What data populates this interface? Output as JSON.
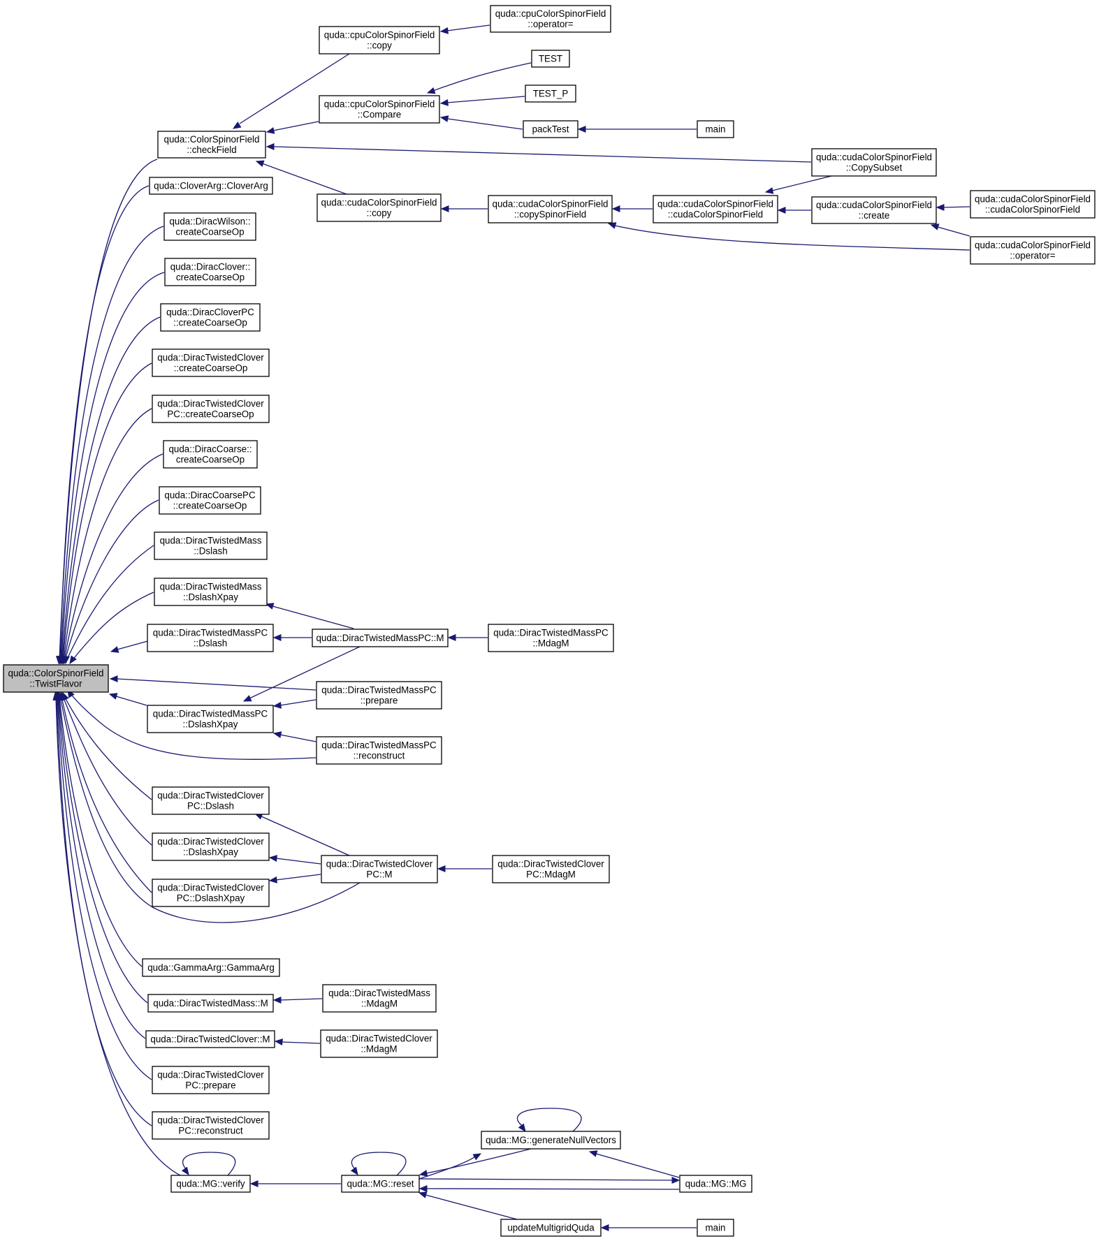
{
  "graph": {
    "title": "",
    "colors": {
      "edge": "#191970",
      "focus_fill": "#bfbfbf",
      "node_fill": "#ffffff",
      "node_border": "#000000"
    },
    "nodes": [
      {
        "id": "n0",
        "lines": [
          "quda::ColorSpinorField",
          "::TwistFlavor"
        ],
        "focus": true
      },
      {
        "id": "n1",
        "lines": [
          "quda::ColorSpinorField",
          "::checkField"
        ]
      },
      {
        "id": "n2",
        "lines": [
          "quda::cpuColorSpinorField",
          "::copy"
        ]
      },
      {
        "id": "n3",
        "lines": [
          "quda::cpuColorSpinorField",
          "::operator="
        ]
      },
      {
        "id": "n4",
        "lines": [
          "quda::cpuColorSpinorField",
          "::Compare"
        ]
      },
      {
        "id": "n5",
        "lines": [
          "TEST"
        ]
      },
      {
        "id": "n6",
        "lines": [
          "TEST_P"
        ]
      },
      {
        "id": "n7",
        "lines": [
          "packTest"
        ]
      },
      {
        "id": "n8",
        "lines": [
          "main"
        ]
      },
      {
        "id": "n9",
        "lines": [
          "quda::cudaColorSpinorField",
          "::CopySubset"
        ]
      },
      {
        "id": "n10",
        "lines": [
          "quda::cudaColorSpinorField",
          "::copy"
        ]
      },
      {
        "id": "n11",
        "lines": [
          "quda::cudaColorSpinorField",
          "::copySpinorField"
        ]
      },
      {
        "id": "n12",
        "lines": [
          "quda::cudaColorSpinorField",
          "::cudaColorSpinorField"
        ]
      },
      {
        "id": "n13",
        "lines": [
          "quda::cudaColorSpinorField",
          "::create"
        ]
      },
      {
        "id": "n14",
        "lines": [
          "quda::cudaColorSpinorField",
          "::cudaColorSpinorField"
        ]
      },
      {
        "id": "n15",
        "lines": [
          "quda::cudaColorSpinorField",
          "::operator="
        ]
      },
      {
        "id": "n16",
        "lines": [
          "quda::CloverArg::CloverArg"
        ]
      },
      {
        "id": "n17",
        "lines": [
          "quda::DiracWilson::",
          "createCoarseOp"
        ]
      },
      {
        "id": "n18",
        "lines": [
          "quda::DiracClover::",
          "createCoarseOp"
        ]
      },
      {
        "id": "n19",
        "lines": [
          "quda::DiracCloverPC",
          "::createCoarseOp"
        ]
      },
      {
        "id": "n20",
        "lines": [
          "quda::DiracTwistedClover",
          "::createCoarseOp"
        ]
      },
      {
        "id": "n21",
        "lines": [
          "quda::DiracTwistedClover",
          "PC::createCoarseOp"
        ]
      },
      {
        "id": "n22",
        "lines": [
          "quda::DiracCoarse::",
          "createCoarseOp"
        ]
      },
      {
        "id": "n23",
        "lines": [
          "quda::DiracCoarsePC",
          "::createCoarseOp"
        ]
      },
      {
        "id": "n24",
        "lines": [
          "quda::DiracTwistedMass",
          "::Dslash"
        ]
      },
      {
        "id": "n25",
        "lines": [
          "quda::DiracTwistedMass",
          "::DslashXpay"
        ]
      },
      {
        "id": "n26",
        "lines": [
          "quda::DiracTwistedMassPC",
          "::Dslash"
        ]
      },
      {
        "id": "n27",
        "lines": [
          "quda::DiracTwistedMassPC::M"
        ]
      },
      {
        "id": "n28",
        "lines": [
          "quda::DiracTwistedMassPC",
          "::MdagM"
        ]
      },
      {
        "id": "n29",
        "lines": [
          "quda::DiracTwistedMassPC",
          "::DslashXpay"
        ]
      },
      {
        "id": "n30",
        "lines": [
          "quda::DiracTwistedMassPC",
          "::prepare"
        ]
      },
      {
        "id": "n31",
        "lines": [
          "quda::DiracTwistedMassPC",
          "::reconstruct"
        ]
      },
      {
        "id": "n32",
        "lines": [
          "quda::DiracTwistedClover",
          "PC::Dslash"
        ]
      },
      {
        "id": "n33",
        "lines": [
          "quda::DiracTwistedClover",
          "::DslashXpay"
        ]
      },
      {
        "id": "n34",
        "lines": [
          "quda::DiracTwistedClover",
          "PC::DslashXpay"
        ]
      },
      {
        "id": "n35",
        "lines": [
          "quda::DiracTwistedClover",
          "PC::M"
        ]
      },
      {
        "id": "n36",
        "lines": [
          "quda::DiracTwistedClover",
          "PC::MdagM"
        ]
      },
      {
        "id": "n37",
        "lines": [
          "quda::GammaArg::GammaArg"
        ]
      },
      {
        "id": "n38",
        "lines": [
          "quda::DiracTwistedMass::M"
        ]
      },
      {
        "id": "n39",
        "lines": [
          "quda::DiracTwistedMass",
          "::MdagM"
        ]
      },
      {
        "id": "n40",
        "lines": [
          "quda::DiracTwistedClover::M"
        ]
      },
      {
        "id": "n41",
        "lines": [
          "quda::DiracTwistedClover",
          "::MdagM"
        ]
      },
      {
        "id": "n42",
        "lines": [
          "quda::DiracTwistedClover",
          "PC::prepare"
        ]
      },
      {
        "id": "n43",
        "lines": [
          "quda::DiracTwistedClover",
          "PC::reconstruct"
        ]
      },
      {
        "id": "n44",
        "lines": [
          "quda::MG::verify"
        ]
      },
      {
        "id": "n45",
        "lines": [
          "quda::MG::reset"
        ]
      },
      {
        "id": "n46",
        "lines": [
          "quda::MG::generateNullVectors"
        ]
      },
      {
        "id": "n47",
        "lines": [
          "quda::MG::MG"
        ]
      },
      {
        "id": "n48",
        "lines": [
          "updateMultigridQuda"
        ]
      },
      {
        "id": "n49",
        "lines": [
          "main"
        ]
      }
    ],
    "edges": [
      {
        "from": "n1",
        "to": "n0"
      },
      {
        "from": "n2",
        "to": "n1"
      },
      {
        "from": "n3",
        "to": "n2"
      },
      {
        "from": "n4",
        "to": "n1"
      },
      {
        "from": "n5",
        "to": "n4"
      },
      {
        "from": "n6",
        "to": "n4"
      },
      {
        "from": "n7",
        "to": "n4"
      },
      {
        "from": "n8",
        "to": "n7"
      },
      {
        "from": "n9",
        "to": "n1"
      },
      {
        "from": "n10",
        "to": "n1"
      },
      {
        "from": "n11",
        "to": "n10"
      },
      {
        "from": "n12",
        "to": "n11"
      },
      {
        "from": "n9",
        "to": "n12"
      },
      {
        "from": "n13",
        "to": "n12"
      },
      {
        "from": "n14",
        "to": "n13"
      },
      {
        "from": "n15",
        "to": "n13"
      },
      {
        "from": "n15",
        "to": "n11"
      },
      {
        "from": "n16",
        "to": "n0"
      },
      {
        "from": "n17",
        "to": "n0"
      },
      {
        "from": "n18",
        "to": "n0"
      },
      {
        "from": "n19",
        "to": "n0"
      },
      {
        "from": "n20",
        "to": "n0"
      },
      {
        "from": "n21",
        "to": "n0"
      },
      {
        "from": "n22",
        "to": "n0"
      },
      {
        "from": "n23",
        "to": "n0"
      },
      {
        "from": "n24",
        "to": "n0"
      },
      {
        "from": "n25",
        "to": "n0"
      },
      {
        "from": "n27",
        "to": "n25"
      },
      {
        "from": "n26",
        "to": "n0"
      },
      {
        "from": "n27",
        "to": "n26"
      },
      {
        "from": "n28",
        "to": "n27"
      },
      {
        "from": "n30",
        "to": "n0"
      },
      {
        "from": "n29",
        "to": "n0"
      },
      {
        "from": "n27",
        "to": "n29"
      },
      {
        "from": "n30",
        "to": "n29"
      },
      {
        "from": "n31",
        "to": "n29"
      },
      {
        "from": "n31",
        "to": "n0"
      },
      {
        "from": "n32",
        "to": "n0"
      },
      {
        "from": "n35",
        "to": "n32"
      },
      {
        "from": "n33",
        "to": "n0"
      },
      {
        "from": "n35",
        "to": "n33"
      },
      {
        "from": "n34",
        "to": "n0"
      },
      {
        "from": "n35",
        "to": "n34"
      },
      {
        "from": "n35",
        "to": "n0"
      },
      {
        "from": "n36",
        "to": "n35"
      },
      {
        "from": "n37",
        "to": "n0"
      },
      {
        "from": "n38",
        "to": "n0"
      },
      {
        "from": "n39",
        "to": "n38"
      },
      {
        "from": "n40",
        "to": "n0"
      },
      {
        "from": "n41",
        "to": "n40"
      },
      {
        "from": "n42",
        "to": "n0"
      },
      {
        "from": "n43",
        "to": "n0"
      },
      {
        "from": "n44",
        "to": "n0"
      },
      {
        "from": "n44",
        "to": "n44"
      },
      {
        "from": "n45",
        "to": "n44"
      },
      {
        "from": "n45",
        "to": "n45"
      },
      {
        "from": "n46",
        "to": "n45"
      },
      {
        "from": "n45",
        "to": "n46"
      },
      {
        "from": "n46",
        "to": "n46"
      },
      {
        "from": "n47",
        "to": "n46"
      },
      {
        "from": "n47",
        "to": "n45"
      },
      {
        "from": "n45",
        "to": "n47"
      },
      {
        "from": "n48",
        "to": "n45"
      },
      {
        "from": "n49",
        "to": "n48"
      }
    ]
  }
}
